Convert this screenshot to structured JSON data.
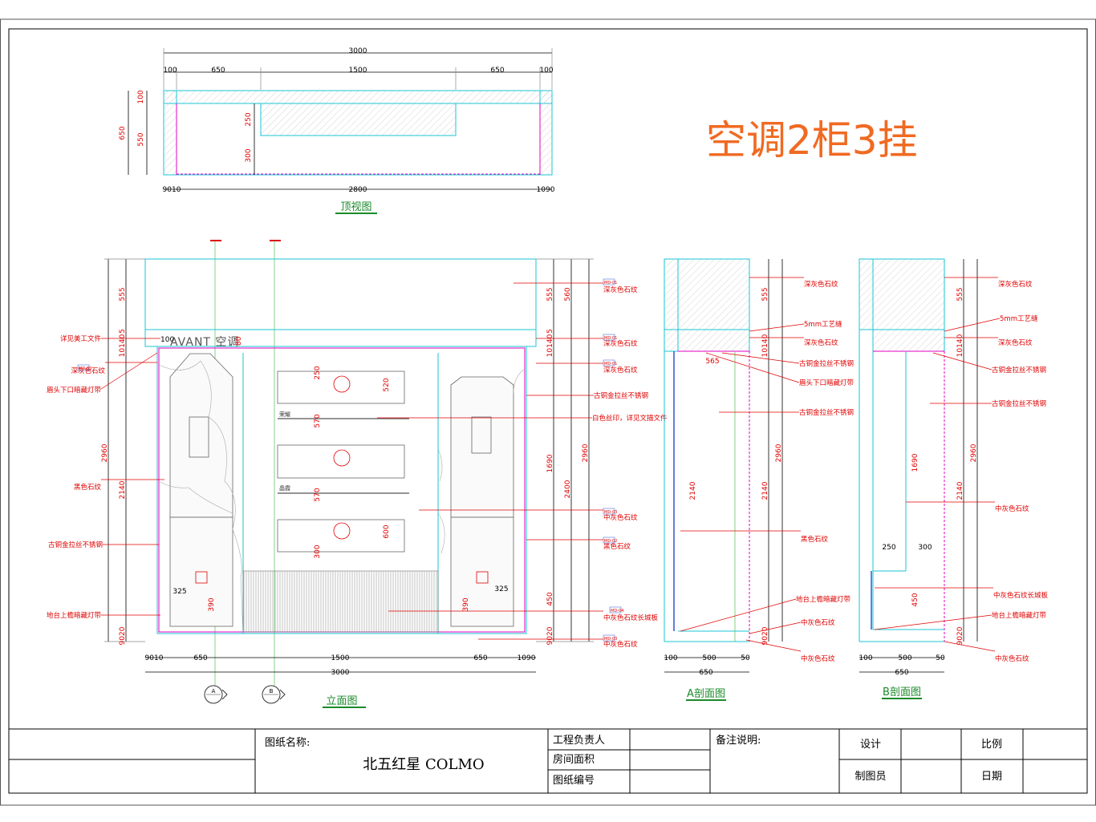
{
  "title": "空调2柜3挂",
  "views": {
    "top": {
      "caption": "顶视图",
      "overall": "3000",
      "top_dims": [
        "100",
        "650",
        "1500",
        "650",
        "100"
      ],
      "left_dims": [
        "650",
        "100",
        "550"
      ],
      "inner_dims": [
        "250",
        "300"
      ],
      "bottom_dims": [
        "9010",
        "2800",
        "1090"
      ]
    },
    "elevation": {
      "caption": "立面图",
      "brand": "AVANT 空调",
      "shelf_labels": [
        "荣耀",
        "晶霞"
      ],
      "left_dims": [
        "555",
        "5",
        "10140",
        "2960",
        "2140",
        "9020"
      ],
      "right_dims": [
        "555",
        "5",
        "10140",
        "560",
        "1690",
        "2400",
        "2960",
        "450",
        "9020"
      ],
      "inner_dims": [
        "100",
        "80",
        "250",
        "520",
        "570",
        "570",
        "600",
        "300",
        "325",
        "390",
        "325",
        "390"
      ],
      "bottom_dims": [
        "9010",
        "650",
        "1500",
        "650",
        "1090"
      ],
      "overall": "3000",
      "section_markers": [
        "A",
        "B"
      ],
      "left_notes": [
        "详见美工文件",
        "深灰色石纹",
        "眉头下口暗藏灯带",
        "黑色石纹",
        "古铜金拉丝不锈钢",
        "地台上檐暗藏灯带"
      ],
      "right_notes": [
        "深灰色石纹",
        "深灰色石纹",
        "深灰色石纹",
        "古铜金拉丝不锈钢",
        "白色丝印，详见文描文件",
        "中灰色石纹",
        "黑色石纹",
        "中灰色石纹长城板",
        "中灰色石纹"
      ],
      "note_codes": [
        "MD-01",
        "MD-01",
        "MD-01",
        "MD-03",
        "MD-02",
        "MD-03",
        "MD-04",
        "MD-03"
      ]
    },
    "section_a": {
      "caption": "A剖面图",
      "dims": [
        "555",
        "10140",
        "565",
        "2140",
        "2960",
        "2140",
        "9020"
      ],
      "bottom_dims": [
        "100",
        "500",
        "50",
        "650"
      ],
      "notes": [
        "深灰色石纹",
        "5mm工艺缝",
        "深灰色石纹",
        "古铜金拉丝不锈钢",
        "眉头下口暗藏灯带",
        "古铜金拉丝不锈钢",
        "黑色石纹",
        "地台上檐暗藏灯带",
        "中灰色石纹",
        "中灰色石纹"
      ]
    },
    "section_b": {
      "caption": "B剖面图",
      "dims": [
        "555",
        "10140",
        "1690",
        "2960",
        "2140",
        "250",
        "300",
        "450",
        "9020"
      ],
      "bottom_dims": [
        "100",
        "500",
        "50",
        "650"
      ],
      "notes": [
        "深灰色石纹",
        "5mm工艺缝",
        "深灰色石纹",
        "古铜金拉丝不锈钢",
        "古铜金拉丝不锈钢",
        "中灰色石纹",
        "中灰色石纹长城板",
        "地台上檐暗藏灯带",
        "中灰色石纹"
      ]
    }
  },
  "title_block": {
    "drawing_name_label": "图纸名称:",
    "drawing_name": "北五红星  COLMO",
    "project_lead": "工程负责人",
    "room_area": "房间面积",
    "drawing_no": "图纸编号",
    "remarks": "备注说明:",
    "design": "设计",
    "drafter": "制图员",
    "scale": "比例",
    "date": "日期"
  },
  "colors": {
    "cyan": "#19c6d6",
    "magenta": "#e000c0",
    "red": "#e00000",
    "green": "#4fc04f",
    "title_orange": "#f06a22"
  }
}
